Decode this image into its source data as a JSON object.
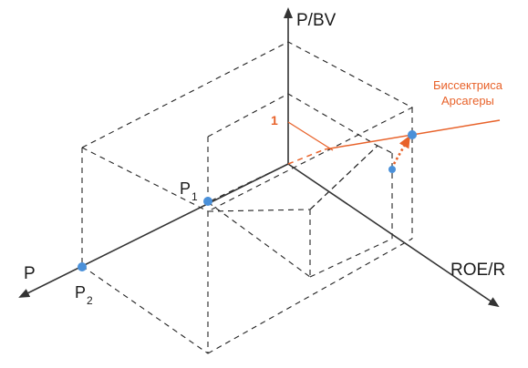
{
  "axes": {
    "vertical_label": "P/BV",
    "diagonal_label": "ROE/R",
    "horizontal_label": "P"
  },
  "points": {
    "p1": {
      "letter": "P",
      "sub": "1"
    },
    "p2": {
      "letter": "P",
      "sub": "2"
    }
  },
  "annotation": {
    "line1": "Биссектриса",
    "line2": "Арсагеры",
    "marker": "1"
  },
  "colors": {
    "accent": "#e8622a",
    "point": "#4a90d9",
    "axis": "#333333",
    "dash": "#222222"
  }
}
